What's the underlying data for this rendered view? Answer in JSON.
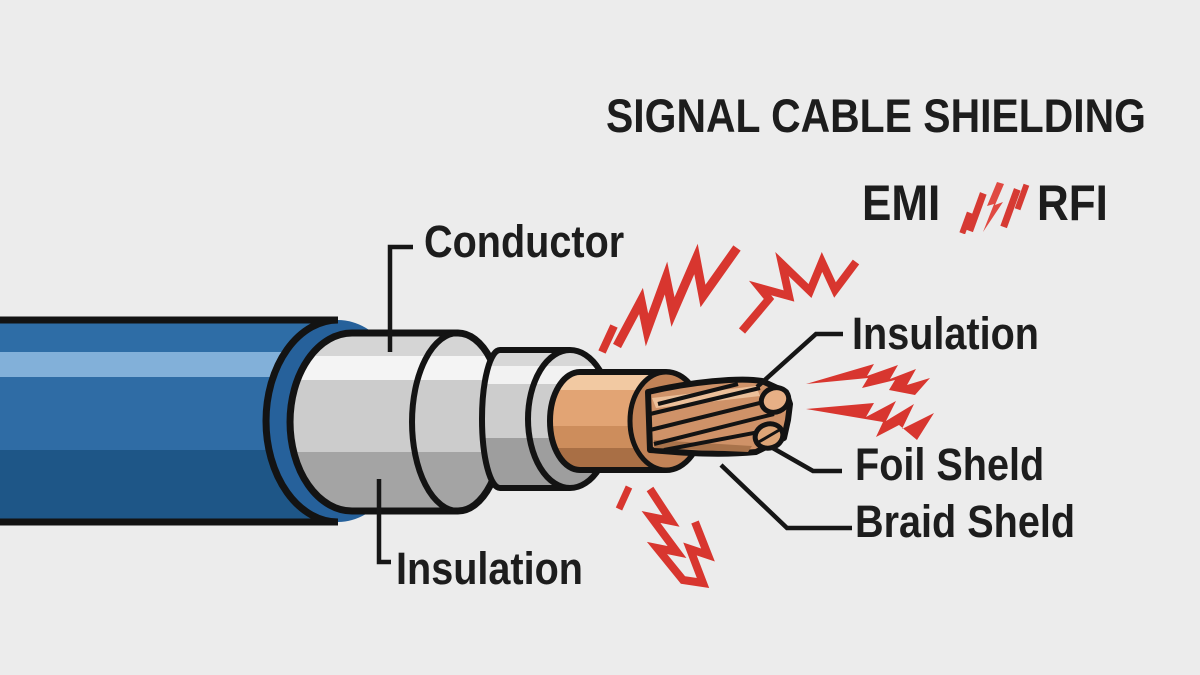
{
  "title": "SIGNAL CABLE SHIELDING",
  "interference": {
    "left": "EMI",
    "right": "RFI"
  },
  "labels": {
    "conductor": "Conductor",
    "insulation_left": "Insulation",
    "insulation_right": "Insulation",
    "foil_shield": "Foil Sheld",
    "braid_shield": "Braid Sheld"
  },
  "colors": {
    "background": "#ececec",
    "jacket_blue": "#2f6ca5",
    "jacket_highlight": "#82b0d9",
    "jacket_dark": "#1e5687",
    "shield_gray": "#cccccc",
    "copper": "#cf9268",
    "interference_red": "#d8362f",
    "outline": "#131313",
    "text": "#1d1d1d"
  }
}
